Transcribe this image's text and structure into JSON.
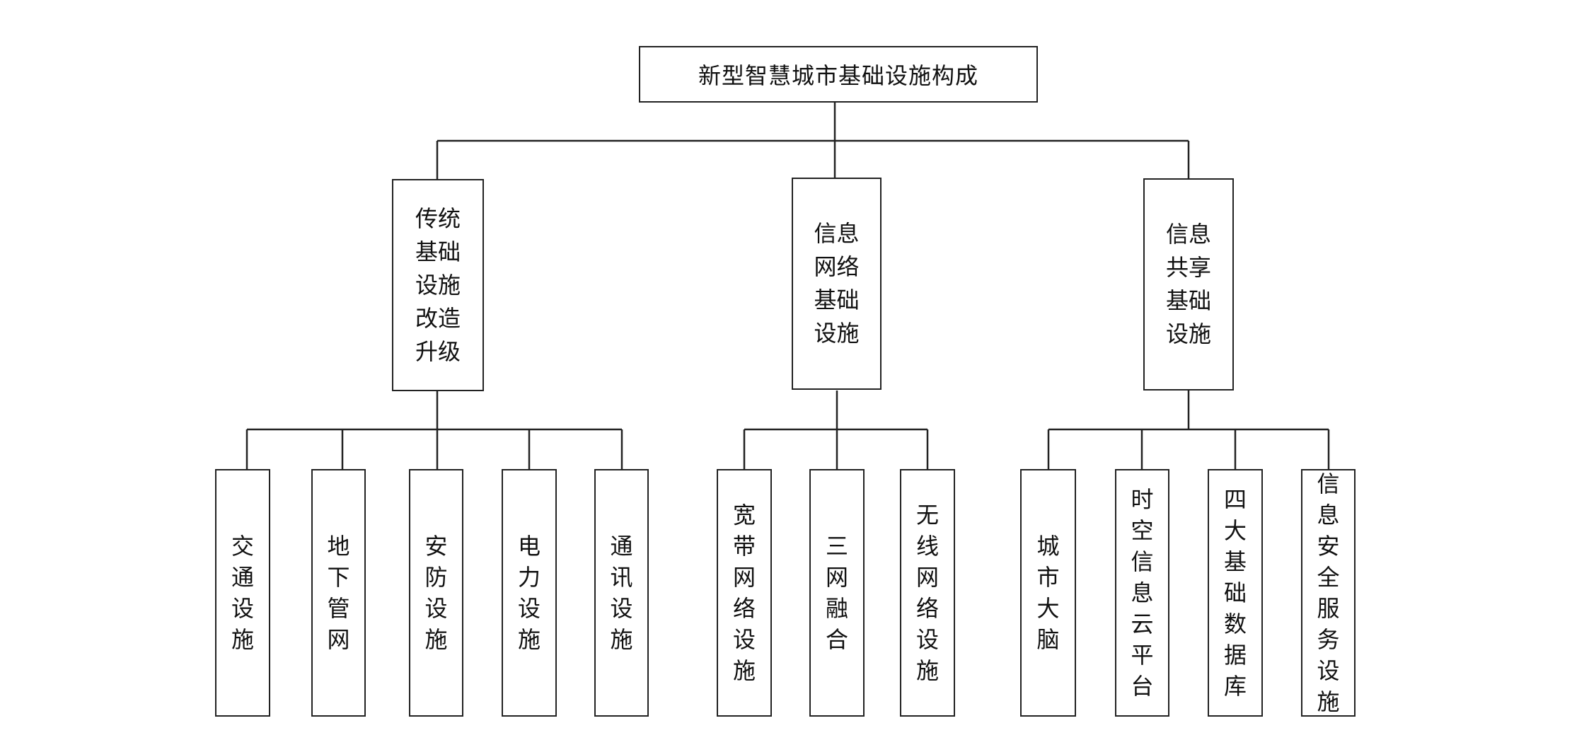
{
  "root": {
    "label": "新型智慧城市基础设施构成"
  },
  "categories": [
    {
      "label": "传统基础设施改造升级",
      "items": [
        "交通设施",
        "地下管网",
        "安防设施",
        "电力设施",
        "通讯设施"
      ]
    },
    {
      "label": "信息网络基础设施",
      "items": [
        "宽带网络设施",
        "三网融合",
        "无线网络设施"
      ]
    },
    {
      "label": "信息共享基础设施",
      "items": [
        "城市大脑",
        "时空信息云平台",
        "四大基础数据库",
        "信息安全服务设施"
      ]
    }
  ]
}
